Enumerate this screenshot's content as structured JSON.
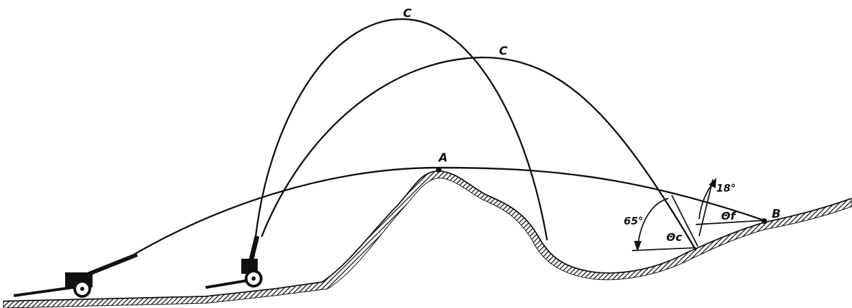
{
  "diagram": {
    "labels": {
      "peak_high": "C",
      "peak_mid": "C",
      "crest": "A",
      "target": "B",
      "angle_steep": "65°",
      "angle_flat": "18°",
      "theta_c": "Θc",
      "theta_f": "Θf"
    },
    "elements": {
      "gun_1": "field-gun-icon",
      "gun_2": "howitzer-icon"
    },
    "colors": {
      "ink": "#111111",
      "paper": "#ffffff"
    }
  }
}
